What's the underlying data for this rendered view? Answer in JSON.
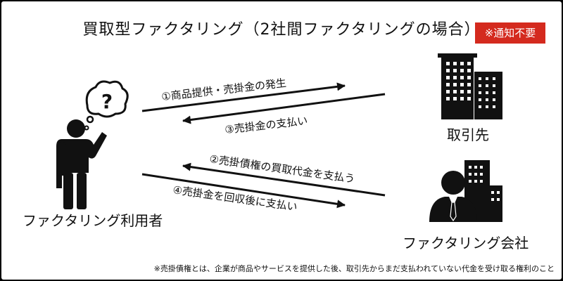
{
  "title": "買取型ファクタリング（2社間ファクタリングの場合）",
  "badge": "※通知不要",
  "actors": {
    "user": "ファクタリング利用者",
    "counterparty": "取引先",
    "factoring_company": "ファクタリング会社"
  },
  "flows": [
    "①商品提供・売掛金の発生",
    "③売掛金の支払い",
    "②売掛債権の買取代金を支払う",
    "④売掛金を回収後に支払い"
  ],
  "footnote": "※売掛債権とは、企業が商品やサービスを提供した後、取引先からまだ支払われていない代金を受け取る権利のこと",
  "icons": [
    "thinking-person-icon",
    "question-bubble-icon",
    "office-building-icon",
    "businessman-with-buildings-icon"
  ],
  "colors": {
    "badge": "#d42a1e",
    "ink": "#111111"
  }
}
